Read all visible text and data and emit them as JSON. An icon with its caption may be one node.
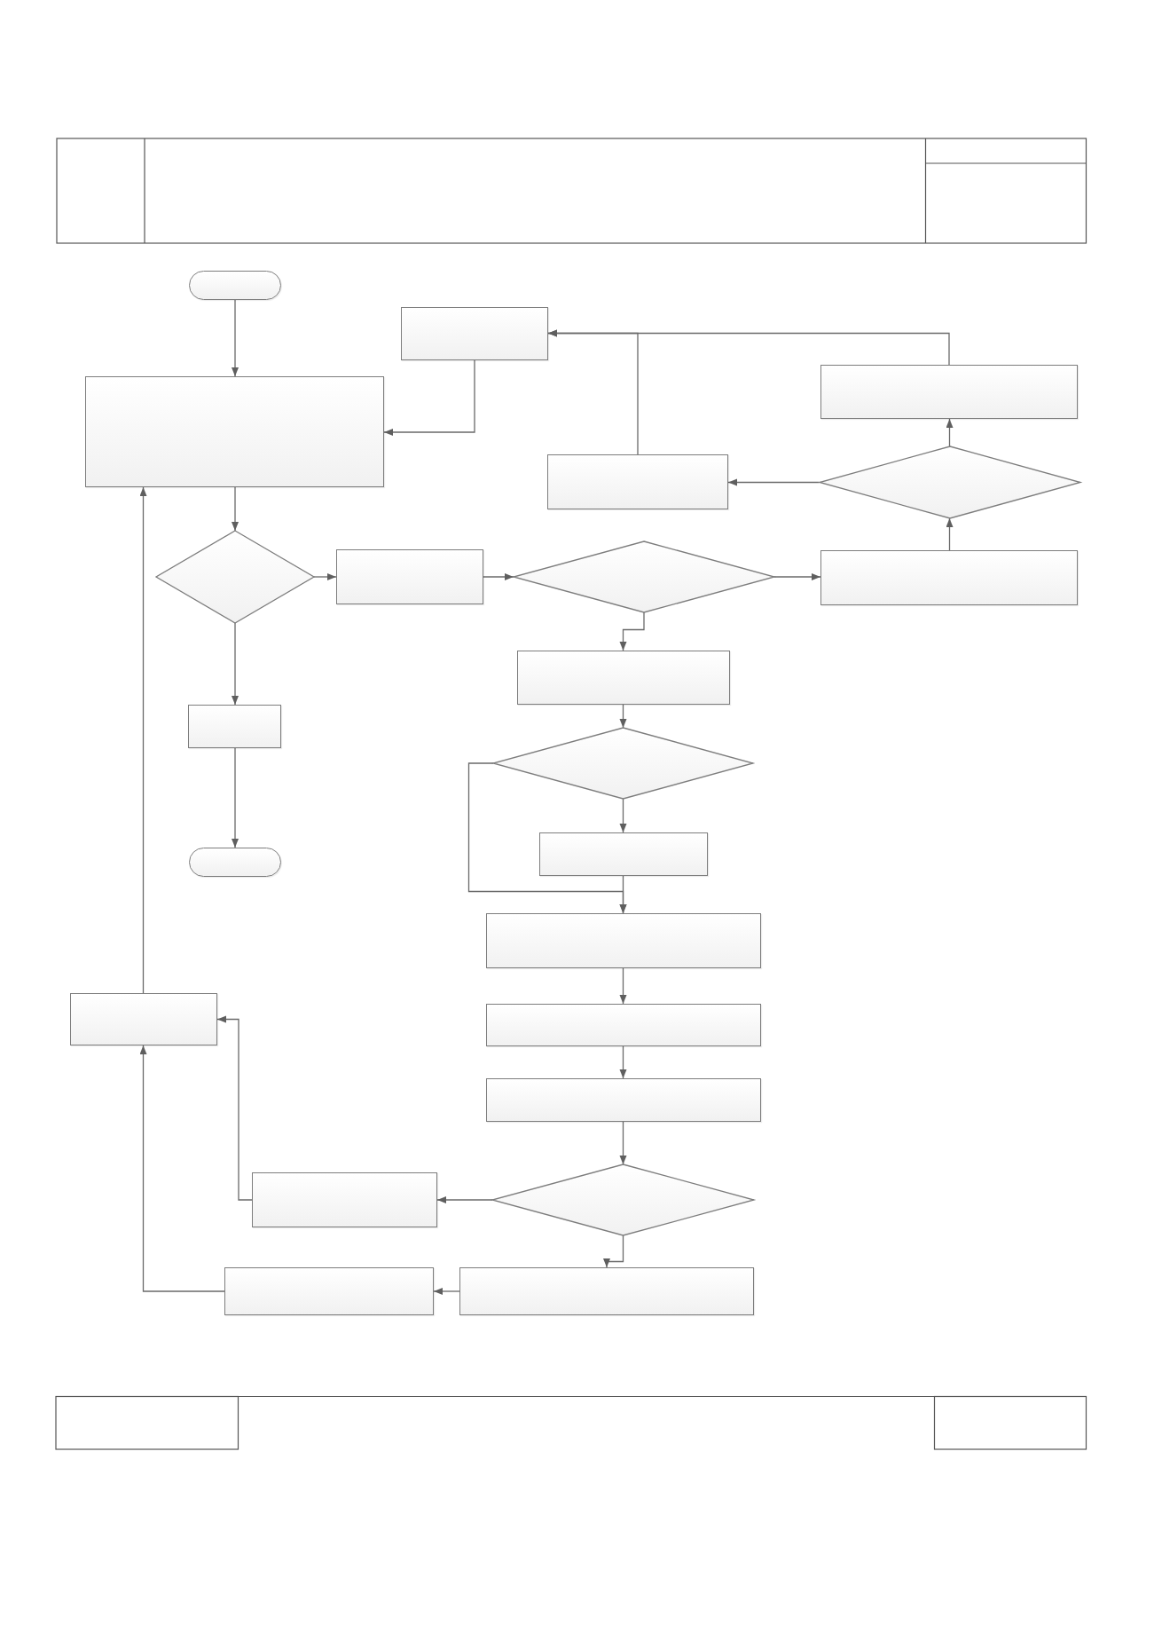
{
  "diagram": {
    "nodes": [
      {
        "text": [],
        "shape": "pill"
      },
      {
        "text": [],
        "shape": "box"
      },
      {
        "text": [],
        "shape": "box"
      },
      {
        "text": [],
        "shape": "box"
      },
      {
        "text": [],
        "shape": "box"
      },
      {
        "text": [],
        "shape": "diamond"
      },
      {
        "text": [],
        "shape": "diamond"
      },
      {
        "text": [],
        "shape": "box"
      },
      {
        "text": [],
        "shape": "diamond"
      },
      {
        "text": [],
        "shape": "box"
      },
      {
        "text": [],
        "shape": "box"
      },
      {
        "text": [],
        "shape": "box"
      },
      {
        "text": [],
        "shape": "diamond"
      },
      {
        "text": [],
        "shape": "box"
      },
      {
        "text": [],
        "shape": "pill"
      },
      {
        "text": [],
        "shape": "box"
      },
      {
        "text": [],
        "shape": "box"
      },
      {
        "text": [],
        "shape": "box"
      },
      {
        "text": [],
        "shape": "box"
      },
      {
        "text": [],
        "shape": "diamond"
      },
      {
        "text": [],
        "shape": "box"
      },
      {
        "text": [],
        "shape": "box"
      },
      {
        "text": [],
        "shape": "box"
      }
    ],
    "edges": [
      {
        "from": 0,
        "to": 3,
        "arrow": "to"
      },
      {
        "from": 1,
        "to": 3,
        "arrow": "to"
      },
      {
        "from": 4,
        "to": 1,
        "arrow": "to"
      },
      {
        "from": 2,
        "to": 1,
        "arrow": "to"
      },
      {
        "from": 5,
        "to": 4,
        "arrow": "to"
      },
      {
        "from": 5,
        "to": 2,
        "arrow": "to"
      },
      {
        "from": 9,
        "to": 5,
        "arrow": "to"
      },
      {
        "from": 3,
        "to": 6,
        "arrow": "to"
      },
      {
        "from": 6,
        "to": 7,
        "arrow": "to"
      },
      {
        "from": 7,
        "to": 8,
        "arrow": "to"
      },
      {
        "from": 8,
        "to": 9,
        "arrow": "to"
      },
      {
        "from": 8,
        "to": 10,
        "arrow": "to"
      },
      {
        "from": 6,
        "to": 11,
        "arrow": "to"
      },
      {
        "from": 11,
        "to": 14,
        "arrow": "to"
      },
      {
        "from": 10,
        "to": 12,
        "arrow": "to"
      },
      {
        "from": 12,
        "to": 13,
        "arrow": "to"
      },
      {
        "from": 13,
        "to": 15,
        "arrow": "to"
      },
      {
        "from": 12,
        "to": 15,
        "arrow": "to"
      },
      {
        "from": 15,
        "to": 17,
        "arrow": "to"
      },
      {
        "from": 17,
        "to": 18,
        "arrow": "to"
      },
      {
        "from": 18,
        "to": 19,
        "arrow": "to"
      },
      {
        "from": 19,
        "to": 20,
        "arrow": "to"
      },
      {
        "from": 20,
        "to": 16,
        "arrow": "to"
      },
      {
        "from": 19,
        "to": 21,
        "arrow": "to"
      },
      {
        "from": 21,
        "to": 22,
        "arrow": "to"
      },
      {
        "from": 22,
        "to": 16,
        "arrow": "to"
      },
      {
        "from": 16,
        "to": 3,
        "arrow": "to"
      }
    ]
  }
}
